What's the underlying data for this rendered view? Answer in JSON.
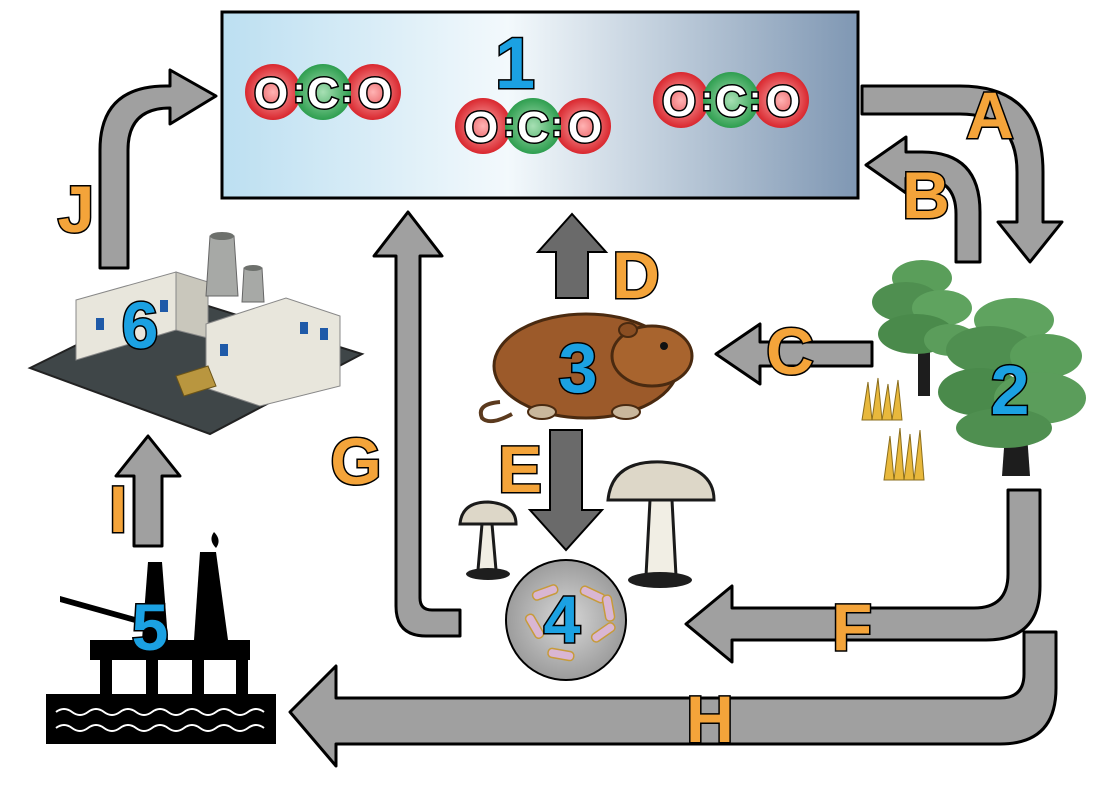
{
  "diagram": {
    "nodes": [
      {
        "id": "1",
        "label": "1",
        "represents": "atmosphere-co2"
      },
      {
        "id": "2",
        "label": "2",
        "represents": "plants"
      },
      {
        "id": "3",
        "label": "3",
        "represents": "animal"
      },
      {
        "id": "4",
        "label": "4",
        "represents": "decomposers"
      },
      {
        "id": "5",
        "label": "5",
        "represents": "oil-rig"
      },
      {
        "id": "6",
        "label": "6",
        "represents": "factory"
      }
    ],
    "edges": [
      {
        "label": "A",
        "from": "1",
        "to": "2"
      },
      {
        "label": "B",
        "from": "2",
        "to": "1"
      },
      {
        "label": "C",
        "from": "2",
        "to": "3"
      },
      {
        "label": "D",
        "from": "3",
        "to": "1"
      },
      {
        "label": "E",
        "from": "3",
        "to": "4"
      },
      {
        "label": "F",
        "from": "2",
        "to": "4"
      },
      {
        "label": "G",
        "from": "4",
        "to": "1"
      },
      {
        "label": "H",
        "from": "2",
        "to": "5"
      },
      {
        "label": "I",
        "from": "5",
        "to": "6"
      },
      {
        "label": "J",
        "from": "6",
        "to": "1"
      }
    ],
    "molecules": [
      {
        "atoms": [
          "O",
          "C",
          "O"
        ]
      },
      {
        "atoms": [
          "O",
          "C",
          "O"
        ]
      },
      {
        "atoms": [
          "O",
          "C",
          "O"
        ]
      }
    ],
    "colors": {
      "arrow": "#a0a0a0",
      "arrow_dark": "#6a6a6a",
      "letter": "#f4a43a",
      "number": "#1ba1e2",
      "oxygen": "#d9272e",
      "carbon": "#2e9e4f",
      "sky_light": "#e8f4fb",
      "sky_dark": "#7f97b3"
    }
  }
}
